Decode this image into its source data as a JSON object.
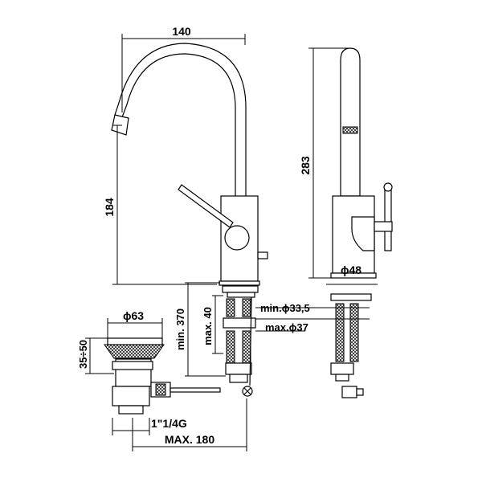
{
  "dimensions": {
    "overall_width": "140",
    "spout_height": "184",
    "total_height": "283",
    "base_diameter": "ϕ48",
    "min_hole": "min.ϕ33,5",
    "max_hole": "max.ϕ37",
    "max_thickness": "max. 40",
    "min_hose": "min. 370",
    "drain_diameter": "ϕ63",
    "drain_height": "35÷50",
    "thread": "1\"1/4G",
    "max_rod": "MAX. 180"
  }
}
